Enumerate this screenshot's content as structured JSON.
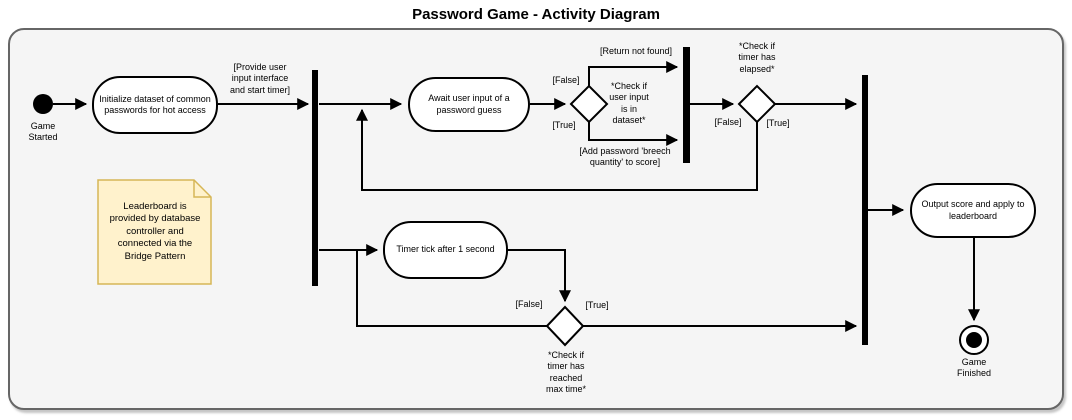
{
  "title": "Password Game - Activity Diagram",
  "guards": {
    "false": "[False]",
    "true": "[True]"
  },
  "nodes": {
    "start": {
      "label": "Game\nStarted"
    },
    "initialize": {
      "label": "Initialize dataset of common\npasswords for hot access"
    },
    "await_input": {
      "label": "Await user input of a\npassword guess"
    },
    "timer_tick": {
      "label": "Timer tick after 1 second"
    },
    "output_score": {
      "label": "Output score and apply to\nleaderboard"
    },
    "finish": {
      "label": "Game\nFinished"
    }
  },
  "edge_labels": {
    "provide_user_input": "[Provide user\ninput interface\nand start timer]",
    "return_not_found": "[Return not found]",
    "add_password_score": "[Add password 'breech\nquantity' to score]"
  },
  "decisions": {
    "check_input_in_dataset": "*Check if\nuser input\nis in\ndataset*",
    "check_timer_elapsed": "*Check if\ntimer has\nelapsed*",
    "check_timer_max": "*Check if\ntimer has\nreached\nmax time*"
  },
  "note": {
    "text": "Leaderboard is\nprovided by database\ncontroller and\nconnected via the\nBridge Pattern"
  },
  "colors": {
    "page_bg": "#ffffff",
    "frame_bg": "#f5f5f5",
    "frame_border": "#666666",
    "shape_fill": "#ffffff",
    "shape_stroke": "#000000",
    "note_fill": "#fff2cc",
    "note_border": "#d6b656"
  }
}
